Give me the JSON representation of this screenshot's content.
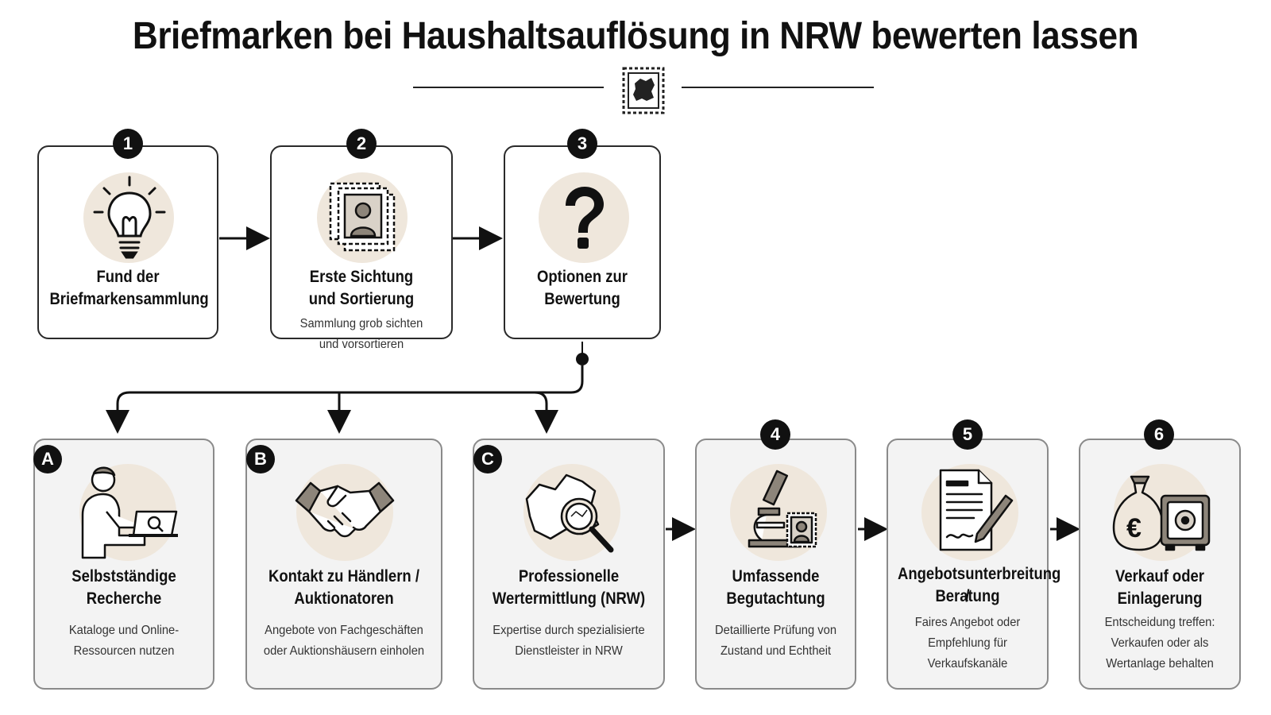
{
  "title": "Briefmarken bei Haushaltsauflösung in NRW bewerten lassen",
  "icons": {
    "header": "nrw-stamp-icon",
    "step1": "lightbulb-icon",
    "step2": "stamps-icon",
    "step3": "question-mark-icon",
    "stepA": "person-laptop-icon",
    "stepB": "handshake-icon",
    "stepC": "map-magnifier-icon",
    "step4": "microscope-icon",
    "step5": "document-pen-icon",
    "step6": "money-safe-icon"
  },
  "colors": {
    "icon_bg": "#efe7dc",
    "badge": "#111111",
    "bottom_card": "#f3f3f3"
  },
  "top_steps": [
    {
      "badge": "1",
      "title_l1": "Fund der",
      "title_l2": "Briefmarkensammlung",
      "desc_l1": "",
      "desc_l2": ""
    },
    {
      "badge": "2",
      "title_l1": "Erste Sichtung",
      "title_l2": "und Sortierung",
      "desc_l1": "Sammlung grob sichten",
      "desc_l2": "und vorsortieren"
    },
    {
      "badge": "3",
      "title_l1": "Optionen zur",
      "title_l2": "Bewertung",
      "desc_l1": "",
      "desc_l2": ""
    }
  ],
  "bottom_steps": [
    {
      "badge": "A",
      "title_l1": "Selbstständige",
      "title_l2": "Recherche",
      "desc_l1": "Kataloge und Online-",
      "desc_l2": "Ressourcen nutzen",
      "desc_l3": ""
    },
    {
      "badge": "B",
      "title_l1": "Kontakt zu Händlern /",
      "title_l2": "Auktionatoren",
      "desc_l1": "Angebote von Fachgeschäften",
      "desc_l2": "oder Auktionshäusern einholen",
      "desc_l3": ""
    },
    {
      "badge": "C",
      "title_l1": "Professionelle",
      "title_l2": "Wertermittlung (NRW)",
      "desc_l1": "Expertise durch spezialisierte",
      "desc_l2": "Dienstleister in NRW",
      "desc_l3": ""
    },
    {
      "badge": "4",
      "title_l1": "Umfassende",
      "title_l2": "Begutachtung",
      "desc_l1": "Detaillierte Prüfung von",
      "desc_l2": "Zustand und Echtheit",
      "desc_l3": ""
    },
    {
      "badge": "5",
      "title_l1": "Angebotsunterbreitung /",
      "title_l2": "Beratung",
      "desc_l1": "Faires Angebot oder",
      "desc_l2": "Empfehlung für",
      "desc_l3": "Verkaufskanäle"
    },
    {
      "badge": "6",
      "title_l1": "Verkauf oder",
      "title_l2": "Einlagerung",
      "desc_l1": "Entscheidung treffen:",
      "desc_l2": "Verkaufen oder als",
      "desc_l3": "Wertanlage behalten"
    }
  ]
}
